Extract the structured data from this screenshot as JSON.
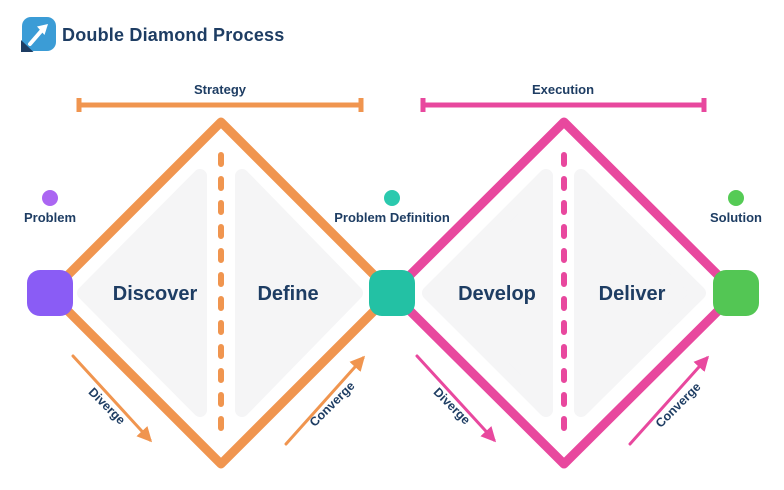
{
  "header": {
    "title": "Double Diamond Process",
    "logo_icon": "growth-arrow-icon"
  },
  "colors": {
    "navy_text": "#1E3D63",
    "orange": "#F0954F",
    "pink": "#E8489E",
    "logo_blue": "#3B9CD6",
    "triangle_surface": "#F5F5F6",
    "white": "#FFFFFF"
  },
  "phases": [
    {
      "label": "Strategy",
      "color": "#F0954F"
    },
    {
      "label": "Execution",
      "color": "#E8489E"
    }
  ],
  "milestones": [
    {
      "label": "Problem",
      "dot_color": "#AB66F2",
      "node_color": "#8A5CF5"
    },
    {
      "label": "Problem Definition",
      "dot_color": "#2BC9AE",
      "node_color": "#23C1A4"
    },
    {
      "label": "Solution",
      "dot_color": "#55CB55",
      "node_color": "#53C654"
    }
  ],
  "stages": [
    {
      "label": "Discover"
    },
    {
      "label": "Define"
    },
    {
      "label": "Develop"
    },
    {
      "label": "Deliver"
    }
  ],
  "flow": {
    "diverge_label": "Diverge",
    "converge_label": "Converge"
  }
}
